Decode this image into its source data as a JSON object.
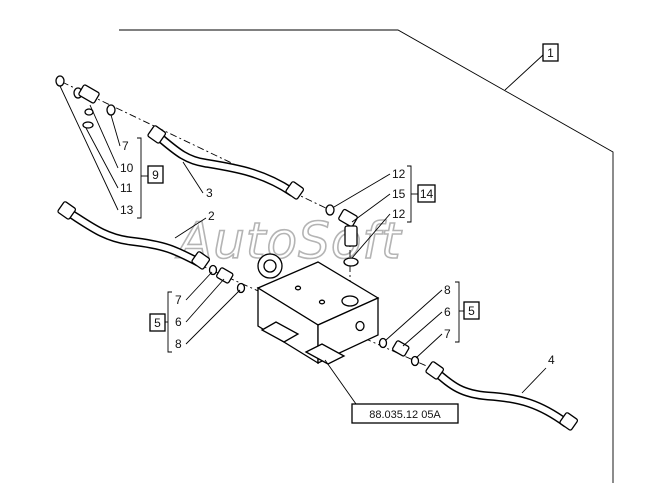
{
  "watermark": "AutoSoft",
  "reference_code": "88.035.12 05A",
  "callouts": {
    "c1": "1",
    "c2": "2",
    "c3": "3",
    "c4": "4",
    "left_top": [
      "7",
      "10",
      "11",
      "13"
    ],
    "left_top_group": "9",
    "center_top": [
      "12",
      "15",
      "12"
    ],
    "center_top_group": "14",
    "left_bottom": [
      "7",
      "6",
      "8"
    ],
    "left_bottom_group": "5",
    "right_bottom": [
      "8",
      "6",
      "7"
    ],
    "right_bottom_group": "5"
  }
}
